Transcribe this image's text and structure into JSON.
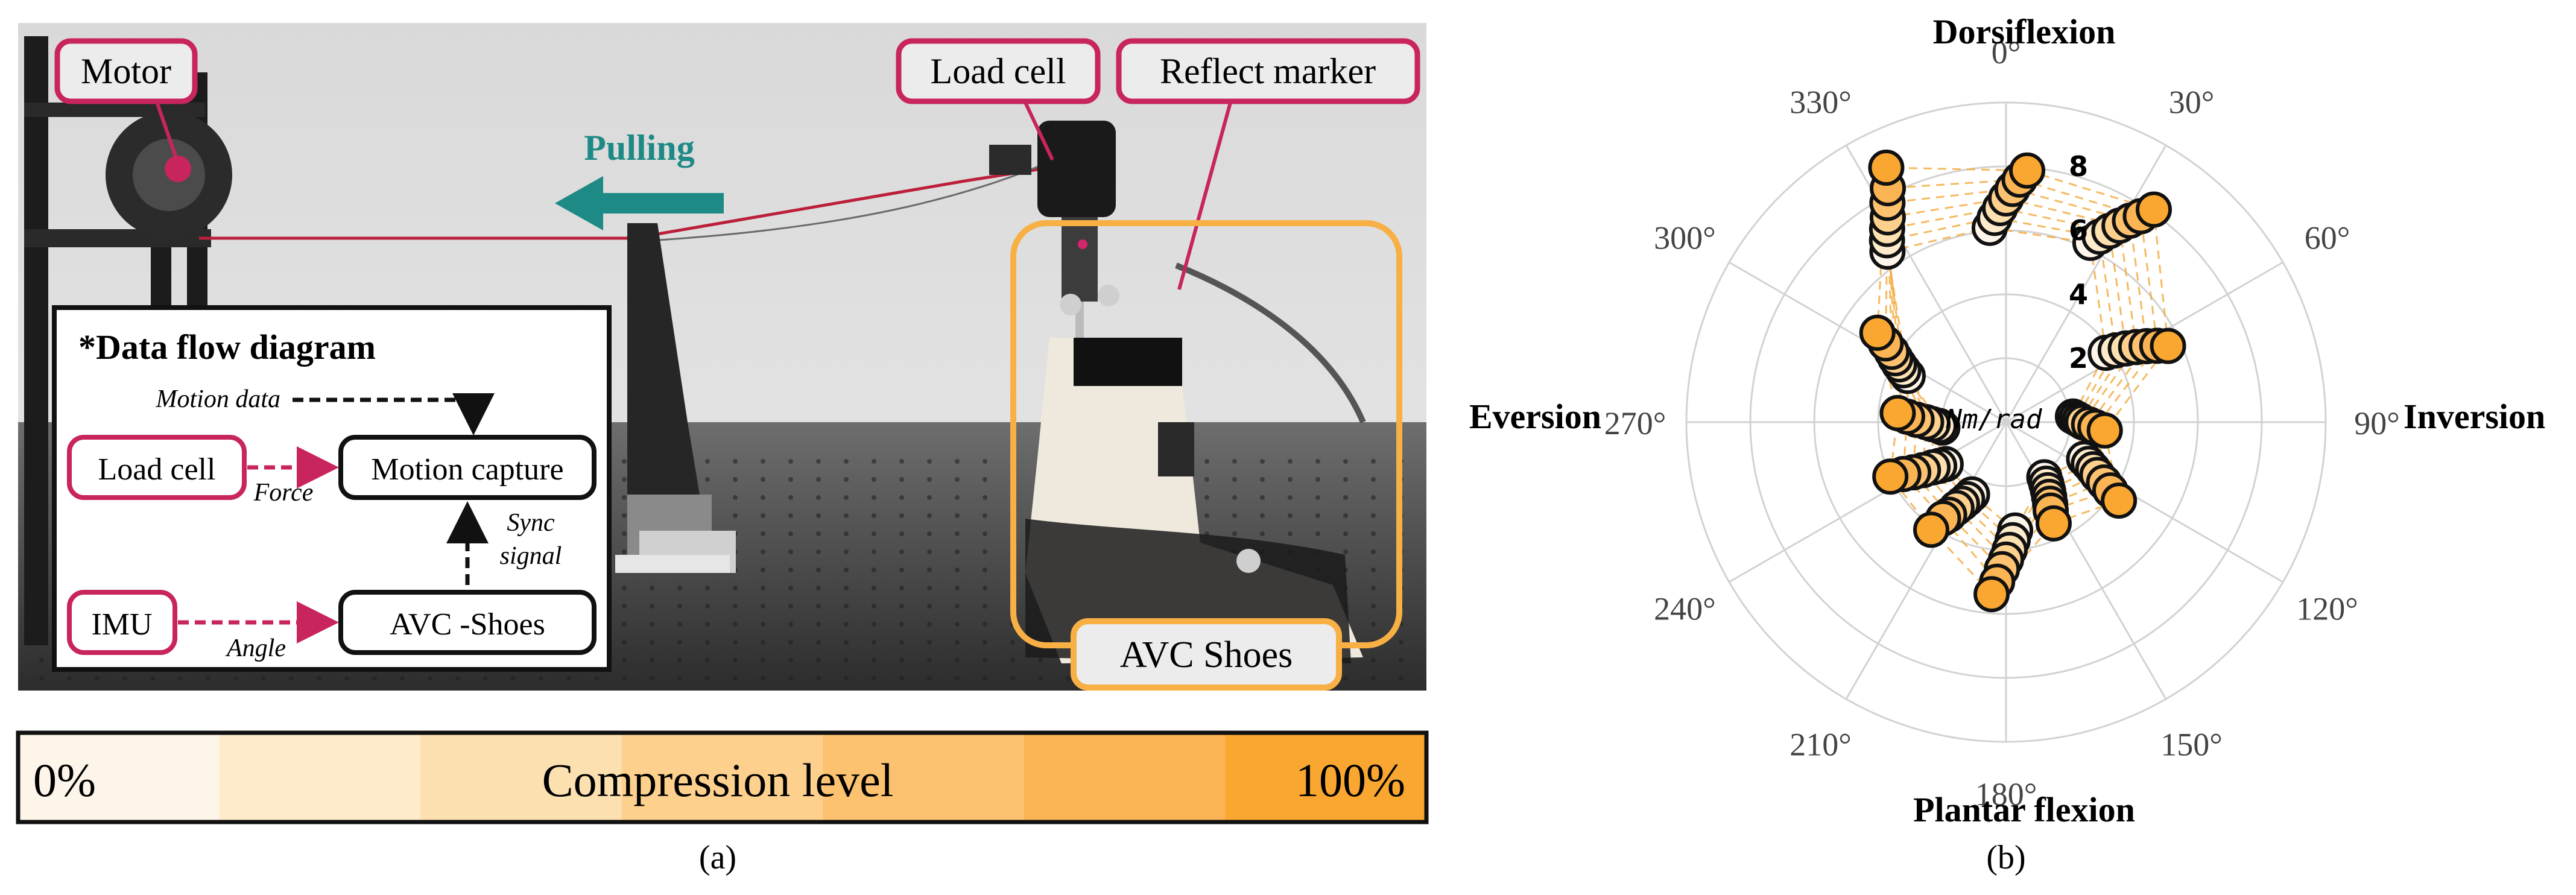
{
  "panel_a": {
    "caption": "(a)",
    "callouts": {
      "motor": "Motor",
      "load_cell": "Load cell",
      "reflect_marker": "Reflect marker",
      "avc_shoes": "AVC Shoes"
    },
    "pulling": "Pulling",
    "diagram": {
      "title": "*Data flow diagram",
      "motion_data": "Motion data",
      "load_cell": "Load cell",
      "motion_capture": "Motion capture",
      "force": "Force",
      "sync": "Sync",
      "signal": "signal",
      "imu": "IMU",
      "avc_shoes": "AVC -Shoes",
      "angle": "Angle"
    },
    "colorbar": {
      "left": "0%",
      "center": "Compression level",
      "right": "100%",
      "colors": [
        "#fdf5e9",
        "#fdebcc",
        "#fde0b0",
        "#fdd08e",
        "#fcc270",
        "#fbb454",
        "#f9a730"
      ]
    }
  },
  "panel_b": {
    "caption": "(b)",
    "labels": {
      "top": "Dorsiflexion",
      "bottom": "Plantar flexion",
      "left": "Eversion",
      "right": "Inversion",
      "unit": "Nm/rad"
    },
    "angle_ticks": [
      "0°",
      "30°",
      "60°",
      "90°",
      "120°",
      "150°",
      "180°",
      "210°",
      "240°",
      "270°",
      "300°",
      "330°"
    ],
    "radial_ticks": [
      "2",
      "4",
      "6",
      "8"
    ]
  },
  "chart_data": {
    "type": "scatter",
    "polar": true,
    "radial_range": [
      0,
      10
    ],
    "radial_unit": "Nm/rad",
    "angles_deg": [
      0,
      30,
      60,
      90,
      120,
      150,
      180,
      210,
      240,
      270,
      300,
      330
    ],
    "compression_levels": 7,
    "level_colors": [
      "#fdf5e9",
      "#fdebcc",
      "#fde0b0",
      "#fdd08e",
      "#fcc270",
      "#fbb454",
      "#f9a730"
    ],
    "series": [
      {
        "values": [
          6.1,
          6.2,
          3.8,
          2.1,
          2.7,
          2.1,
          3.4,
          2.5,
          2.3,
          2.0,
          3.4,
          6.5
        ]
      },
      {
        "values": [
          6.4,
          6.5,
          4.1,
          2.2,
          2.9,
          2.3,
          3.7,
          2.7,
          2.5,
          2.1,
          3.6,
          6.8
        ]
      },
      {
        "values": [
          6.7,
          6.8,
          4.4,
          2.3,
          3.1,
          2.5,
          4.0,
          2.9,
          2.7,
          2.3,
          3.8,
          7.1
        ]
      },
      {
        "values": [
          7.0,
          7.1,
          4.7,
          2.4,
          3.3,
          2.7,
          4.3,
          3.1,
          3.0,
          2.5,
          4.0,
          7.4
        ]
      },
      {
        "values": [
          7.3,
          7.4,
          5.0,
          2.6,
          3.6,
          2.9,
          4.6,
          3.4,
          3.3,
          2.8,
          4.2,
          7.8
        ]
      },
      {
        "values": [
          7.6,
          7.7,
          5.3,
          2.8,
          3.9,
          3.1,
          5.0,
          3.6,
          3.6,
          3.1,
          4.5,
          8.2
        ]
      },
      {
        "values": [
          7.9,
          8.1,
          5.6,
          3.1,
          4.3,
          3.5,
          5.4,
          4.1,
          4.0,
          3.4,
          4.9,
          8.8
        ]
      }
    ]
  }
}
